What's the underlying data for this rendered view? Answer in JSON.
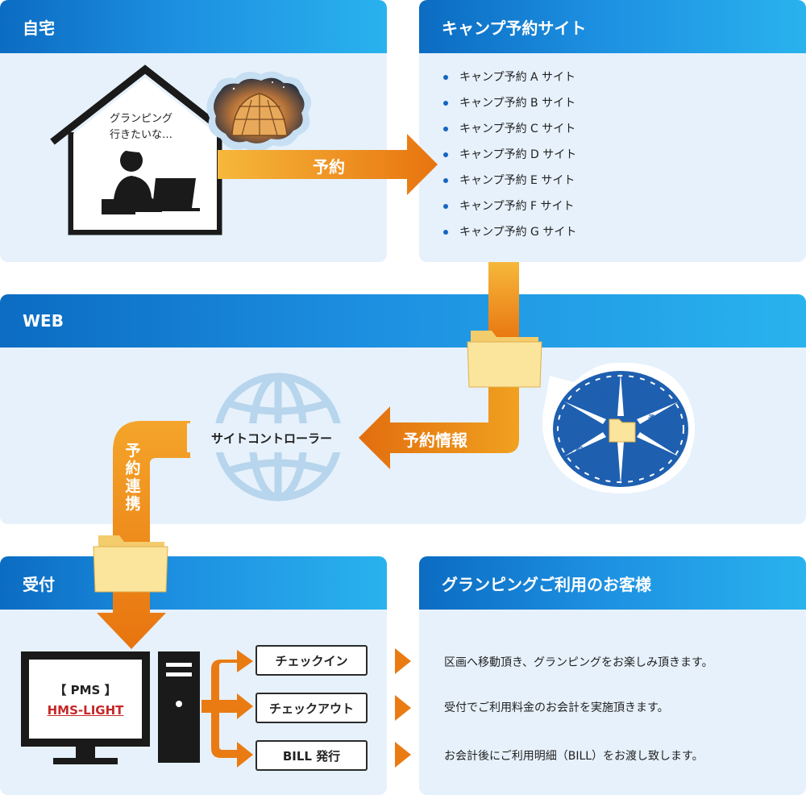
{
  "panels": {
    "home": {
      "title": "自宅"
    },
    "camp": {
      "title": "キャンプ予約サイト"
    },
    "web": {
      "title": "WEB"
    },
    "reception": {
      "title": "受付"
    },
    "guest": {
      "title": "グランピングご利用のお客様"
    }
  },
  "home": {
    "thought_line1": "グランピング",
    "thought_line2": "行きたいな…"
  },
  "arrows": {
    "reserve": "予約",
    "reservation_info": "予約情報",
    "reservation_link": "予約連携"
  },
  "camp_sites": [
    "キャンプ予約 A サイト",
    "キャンプ予約 B サイト",
    "キャンプ予約 C サイト",
    "キャンプ予約 D サイト",
    "キャンプ予約 E サイト",
    "キャンプ予約 F サイト",
    "キャンプ予約 G サイト"
  ],
  "web": {
    "site_controller": "サイトコントローラー",
    "burst_label": "予約"
  },
  "pms": {
    "title": "【 PMS 】",
    "name": "HMS-LIGHT"
  },
  "operations": {
    "checkin": "チェックイン",
    "checkout": "チェックアウト",
    "bill": "BILL 発行"
  },
  "guest": {
    "line1": "区画へ移動頂き、グランピングをお楽しみ頂きます。",
    "line2": "受付でご利用料金のお会計を実施頂きます。",
    "line3": "お会計後にご利用明細（BILL）をお渡し致します。"
  },
  "colors": {
    "header_start": "#0b6cc2",
    "header_end": "#29b2ee",
    "panel_bg": "#e6f1fb",
    "arrow_orange": "#ea7b12",
    "arrow_yellow": "#f6b83b",
    "burst_blue": "#1e5fb0",
    "pms_red": "#c62828"
  }
}
